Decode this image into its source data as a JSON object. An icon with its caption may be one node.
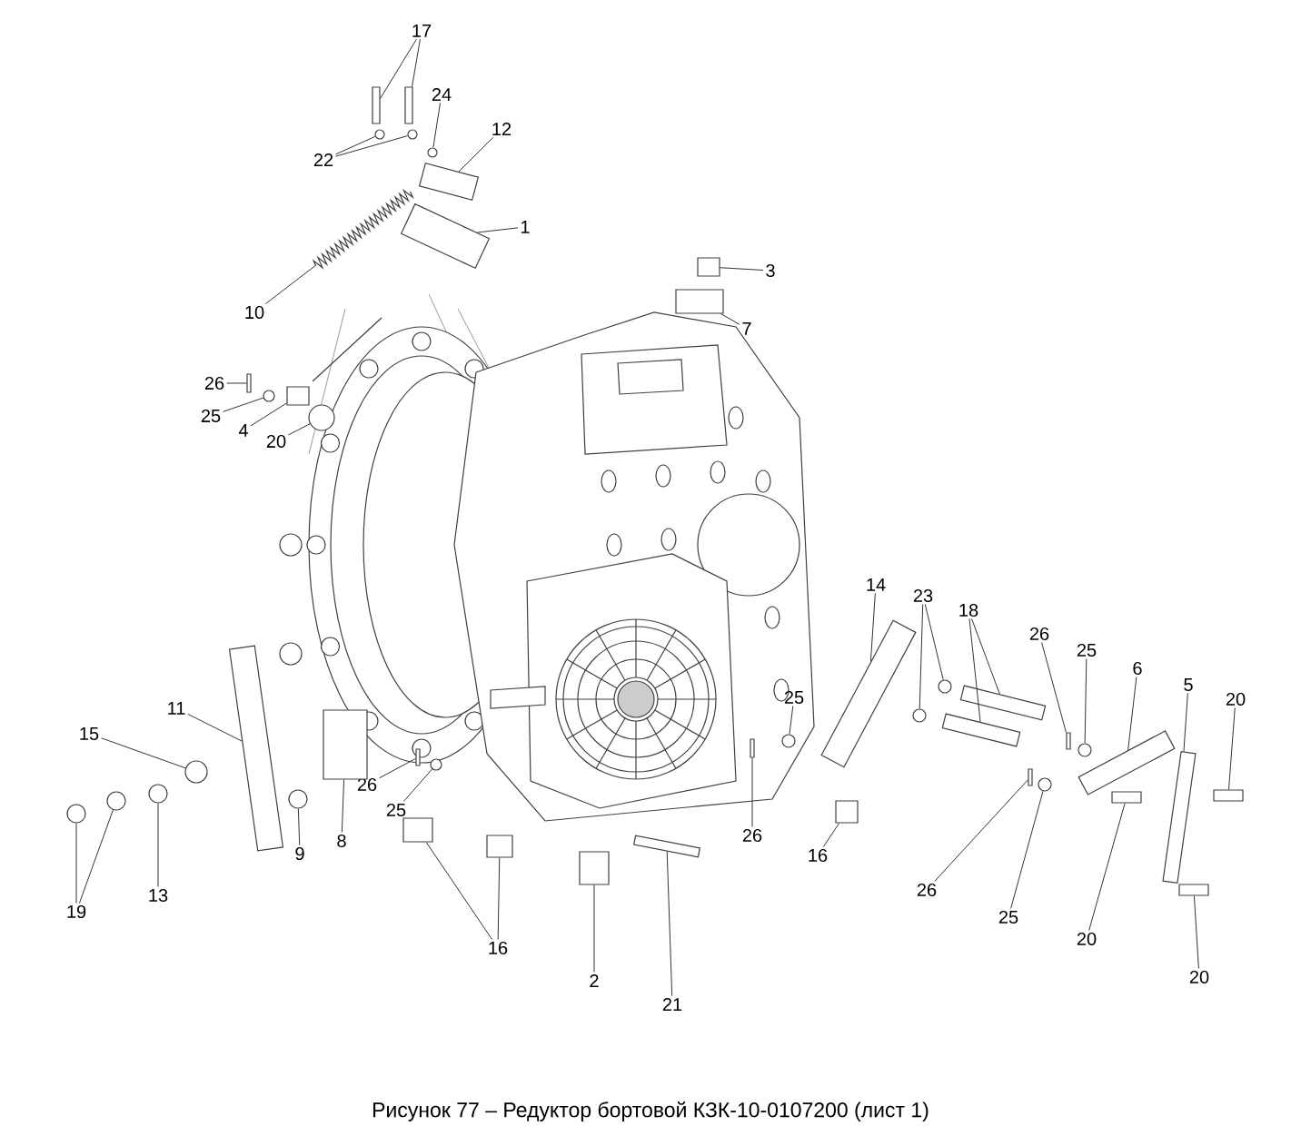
{
  "diagram": {
    "caption": "Рисунок 77 – Редуктор бортовой КЗК-10-0107200 (лист 1)",
    "nodes": [
      {
        "text": [
          "17"
        ]
      },
      {
        "text": [
          "24"
        ]
      },
      {
        "text": [
          "12"
        ]
      },
      {
        "text": [
          "22"
        ]
      },
      {
        "text": [
          "1"
        ]
      },
      {
        "text": [
          "10"
        ]
      },
      {
        "text": [
          "3"
        ]
      },
      {
        "text": [
          "7"
        ]
      },
      {
        "text": [
          "26"
        ]
      },
      {
        "text": [
          "25"
        ]
      },
      {
        "text": [
          "4"
        ]
      },
      {
        "text": [
          "20"
        ]
      },
      {
        "text": [
          "14"
        ]
      },
      {
        "text": [
          "23"
        ]
      },
      {
        "text": [
          "18"
        ]
      },
      {
        "text": [
          "26"
        ]
      },
      {
        "text": [
          "25"
        ]
      },
      {
        "text": [
          "6"
        ]
      },
      {
        "text": [
          "5"
        ]
      },
      {
        "text": [
          "20"
        ]
      },
      {
        "text": [
          "11"
        ]
      },
      {
        "text": [
          "15"
        ]
      },
      {
        "text": [
          "25"
        ]
      },
      {
        "text": [
          "26"
        ]
      },
      {
        "text": [
          "25"
        ]
      },
      {
        "text": [
          "9"
        ]
      },
      {
        "text": [
          "8"
        ]
      },
      {
        "text": [
          "26"
        ]
      },
      {
        "text": [
          "16"
        ]
      },
      {
        "text": [
          "26"
        ]
      },
      {
        "text": [
          "25"
        ]
      },
      {
        "text": [
          "19"
        ]
      },
      {
        "text": [
          "13"
        ]
      },
      {
        "text": [
          "16"
        ]
      },
      {
        "text": [
          "20"
        ]
      },
      {
        "text": [
          "2"
        ]
      },
      {
        "text": [
          "21"
        ]
      },
      {
        "text": [
          "20"
        ]
      },
      {
        "text": [],
        "shape": "bar"
      },
      {
        "text": [],
        "shape": "bar"
      },
      {
        "text": [],
        "shape": "circle"
      },
      {
        "text": [],
        "shape": "circle"
      },
      {
        "text": [],
        "shape": "circle"
      },
      {
        "text": [],
        "shape": "circle"
      },
      {
        "text": [],
        "shape": "box"
      },
      {
        "text": [],
        "shape": "bar"
      },
      {
        "text": [],
        "shape": "circle"
      },
      {
        "text": [],
        "shape": "box"
      },
      {
        "text": [],
        "shape": "box"
      },
      {
        "text": [],
        "shape": "bar"
      },
      {
        "text": [],
        "shape": "bar"
      },
      {
        "text": [],
        "shape": "box"
      },
      {
        "text": [],
        "shape": "circle"
      },
      {
        "text": [],
        "shape": "box"
      },
      {
        "text": [],
        "shape": "box"
      },
      {
        "text": [],
        "shape": "spring"
      },
      {
        "text": [],
        "shape": "box"
      },
      {
        "text": [],
        "shape": "box"
      },
      {
        "text": [],
        "shape": "bar"
      },
      {
        "text": [],
        "shape": "bar"
      },
      {
        "text": [],
        "shape": "circle"
      },
      {
        "text": [],
        "shape": "circle"
      },
      {
        "text": [],
        "shape": "bar"
      },
      {
        "text": [],
        "shape": "bar"
      },
      {
        "text": [],
        "shape": "bar"
      },
      {
        "text": [],
        "shape": "circle"
      },
      {
        "text": [],
        "shape": "bar"
      },
      {
        "text": [],
        "shape": "bar"
      },
      {
        "text": [],
        "shape": "bar"
      },
      {
        "text": [],
        "shape": "circle"
      },
      {
        "text": [],
        "shape": "circle"
      },
      {
        "text": [],
        "shape": "bar"
      },
      {
        "text": [],
        "shape": "circle"
      },
      {
        "text": [],
        "shape": "bar"
      },
      {
        "text": [],
        "shape": "box"
      },
      {
        "text": [],
        "shape": "bar"
      },
      {
        "text": [],
        "shape": "circle"
      },
      {
        "text": [],
        "shape": "circle"
      },
      {
        "text": [],
        "shape": "circle"
      },
      {
        "text": [],
        "shape": "circle"
      },
      {
        "text": [],
        "shape": "box"
      },
      {
        "text": [],
        "shape": "bar"
      }
    ],
    "edges": [
      {
        "from": 0,
        "to": 38,
        "arrow": "none"
      },
      {
        "from": 0,
        "to": 39,
        "arrow": "none"
      },
      {
        "from": 1,
        "to": 40,
        "arrow": "none"
      },
      {
        "from": 2,
        "to": 53,
        "arrow": "none"
      },
      {
        "from": 3,
        "to": 41,
        "arrow": "none"
      },
      {
        "from": 3,
        "to": 42,
        "arrow": "none"
      },
      {
        "from": 4,
        "to": 54,
        "arrow": "none"
      },
      {
        "from": 5,
        "to": 55,
        "arrow": "none"
      },
      {
        "from": 6,
        "to": 56,
        "arrow": "none"
      },
      {
        "from": 7,
        "to": 57,
        "arrow": "none"
      },
      {
        "from": 8,
        "to": 58,
        "arrow": "none"
      },
      {
        "from": 9,
        "to": 43,
        "arrow": "none"
      },
      {
        "from": 10,
        "to": 44,
        "arrow": "none"
      },
      {
        "from": 11,
        "to": 52,
        "arrow": "none"
      },
      {
        "from": 12,
        "to": 59,
        "arrow": "none"
      },
      {
        "from": 13,
        "to": 60,
        "arrow": "none"
      },
      {
        "from": 13,
        "to": 61,
        "arrow": "none"
      },
      {
        "from": 14,
        "to": 62,
        "arrow": "none"
      },
      {
        "from": 14,
        "to": 63,
        "arrow": "none"
      },
      {
        "from": 15,
        "to": 64,
        "arrow": "none"
      },
      {
        "from": 16,
        "to": 65,
        "arrow": "none"
      },
      {
        "from": 17,
        "to": 66,
        "arrow": "none"
      },
      {
        "from": 18,
        "to": 67,
        "arrow": "none"
      },
      {
        "from": 19,
        "to": 45,
        "arrow": "none"
      },
      {
        "from": 20,
        "to": 68,
        "arrow": "none"
      },
      {
        "from": 21,
        "to": 69,
        "arrow": "none"
      },
      {
        "from": 22,
        "to": 70,
        "arrow": "none"
      },
      {
        "from": 23,
        "to": 71,
        "arrow": "none"
      },
      {
        "from": 24,
        "to": 46,
        "arrow": "none"
      },
      {
        "from": 25,
        "to": 72,
        "arrow": "none"
      },
      {
        "from": 26,
        "to": 47,
        "arrow": "none"
      },
      {
        "from": 27,
        "to": 73,
        "arrow": "none"
      },
      {
        "from": 28,
        "to": 74,
        "arrow": "none"
      },
      {
        "from": 29,
        "to": 75,
        "arrow": "none"
      },
      {
        "from": 30,
        "to": 76,
        "arrow": "none"
      },
      {
        "from": 31,
        "to": 77,
        "arrow": "none"
      },
      {
        "from": 31,
        "to": 78,
        "arrow": "none"
      },
      {
        "from": 32,
        "to": 79,
        "arrow": "none"
      },
      {
        "from": 33,
        "to": 48,
        "arrow": "none"
      },
      {
        "from": 33,
        "to": 51,
        "arrow": "none"
      },
      {
        "from": 34,
        "to": 49,
        "arrow": "none"
      },
      {
        "from": 35,
        "to": 80,
        "arrow": "none"
      },
      {
        "from": 36,
        "to": 81,
        "arrow": "none"
      },
      {
        "from": 37,
        "to": 50,
        "arrow": "none"
      }
    ]
  }
}
